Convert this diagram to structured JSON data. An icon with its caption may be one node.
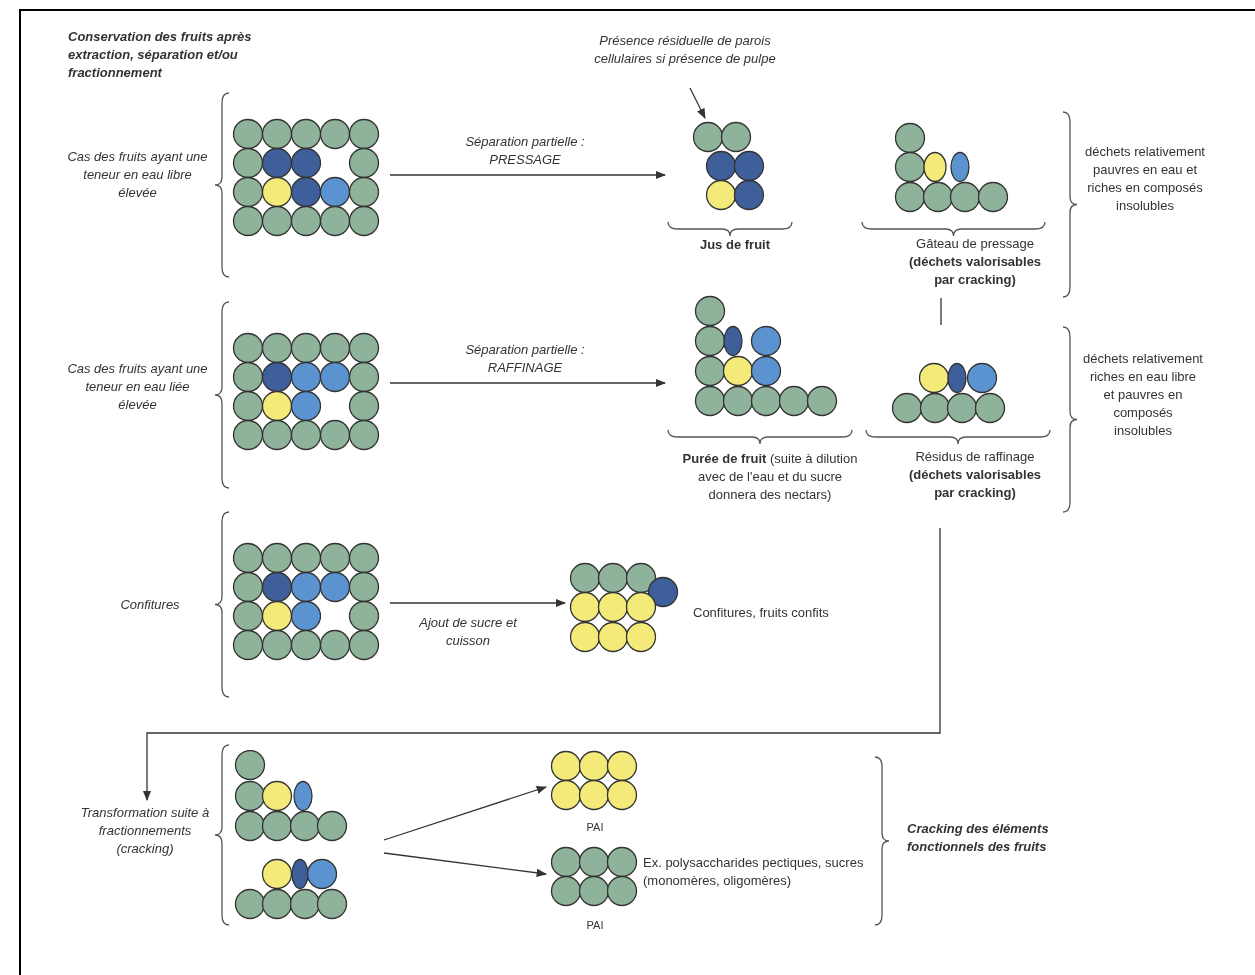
{
  "diagram": {
    "title": "Conservation des fruits après extraction, séparation et/ou fractionnement",
    "nodes": [
      {
        "text": [
          "Présence résiduelle de parois cellulaires si présence de pulpe"
        ]
      },
      {
        "text": [],
        "shape": "picture"
      },
      {
        "text": [
          "Jus de fruit"
        ]
      },
      {
        "text": [
          "Gâteau de pressage **(déchets valorisables par cracking)**"
        ]
      },
      {
        "text": [],
        "shape": "picture"
      },
      {
        "text": [
          "**Purée de fruit** (suite à dilution avec de l'eau et du sucre donnera des nectars)"
        ]
      },
      {
        "text": [
          "Résidus de raffinage **(déchets valorisables par cracking)**"
        ]
      },
      {
        "text": [],
        "shape": "picture"
      },
      {
        "text": [
          "Confitures, fruits confits"
        ]
      },
      {
        "text": [
          "Transformation suite à fractionnements (cracking)"
        ]
      },
      {
        "text": [],
        "shape": "picture"
      },
      {
        "text": [
          "PAI"
        ]
      },
      {
        "text": [
          "PAI"
        ],
        "beside": [
          "Ex. polysaccharides pectiques, sucres (monomères, oligomères)"
        ]
      }
    ],
    "edges": [
      {
        "from": 0,
        "to": 2,
        "arrow": "to"
      },
      {
        "from": 1,
        "to": 2,
        "arrow": "to",
        "label": "Séparation partielle : PRESSAGE"
      },
      {
        "from": 3,
        "to": 6,
        "arrow": "none"
      },
      {
        "from": 4,
        "to": 5,
        "arrow": "to",
        "label": "Séparation partielle : RAFFINAGE"
      },
      {
        "from": 6,
        "to": 9,
        "arrow": "to"
      },
      {
        "from": 7,
        "to": 8,
        "arrow": "to",
        "label": "Ajout de sucre et cuisson"
      },
      {
        "from": 10,
        "to": 11,
        "arrow": "to"
      },
      {
        "from": 10,
        "to": 12,
        "arrow": "to"
      }
    ],
    "labels": [
      "Cas des fruits ayant une teneur en eau libre élevée",
      "déchets relativement pauvres en eau et riches en composés insolubles",
      "Cas des fruits ayant une teneur en eau liée élevée",
      "déchets relativement riches en eau libre et pauvres en composés insolubles",
      "Confitures",
      "Cracking des éléments fonctionnels des fruits"
    ]
  }
}
